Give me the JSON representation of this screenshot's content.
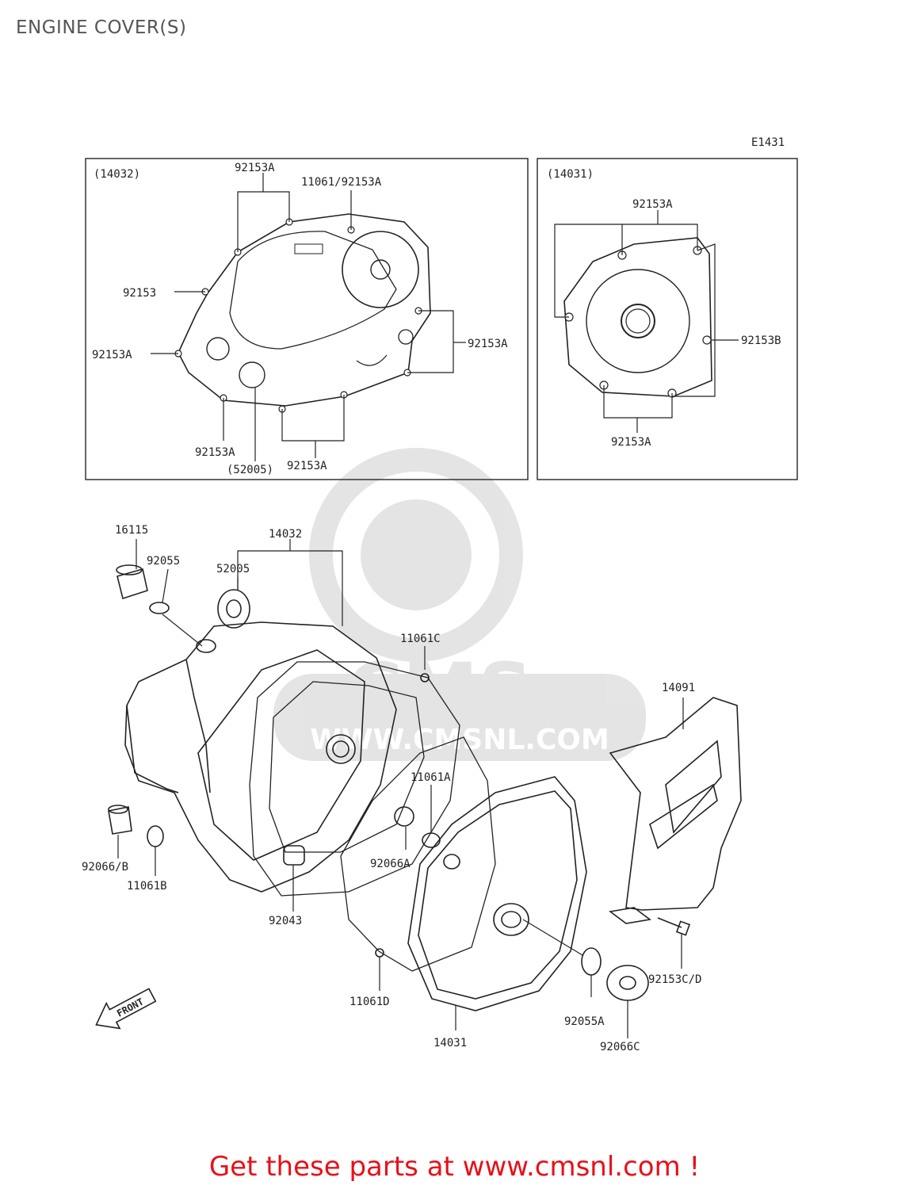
{
  "title": "ENGINE COVER(S)",
  "diagram_code": "E1431",
  "inset_left": {
    "assembly": "(14032)",
    "labels": [
      "92153A",
      "11061/92153A",
      "92153",
      "92153A",
      "92153A",
      "92153A",
      "(52005)",
      "92153A"
    ]
  },
  "inset_right": {
    "assembly": "(14031)",
    "labels": [
      "92153A",
      "92153B",
      "92153A"
    ]
  },
  "main": {
    "labels": [
      "16115",
      "92055",
      "14032",
      "52005",
      "11061C",
      "14091",
      "11061A",
      "92066A",
      "92066/B",
      "11061B",
      "92043",
      "11061D",
      "14031",
      "92055A",
      "92066C",
      "92153C/D"
    ],
    "front_arrow": "FRONT"
  },
  "watermark": {
    "brand": "CMS",
    "site": "WWW.CMSNL.COM"
  },
  "footer": "Get these parts at www.cmsnl.com !"
}
